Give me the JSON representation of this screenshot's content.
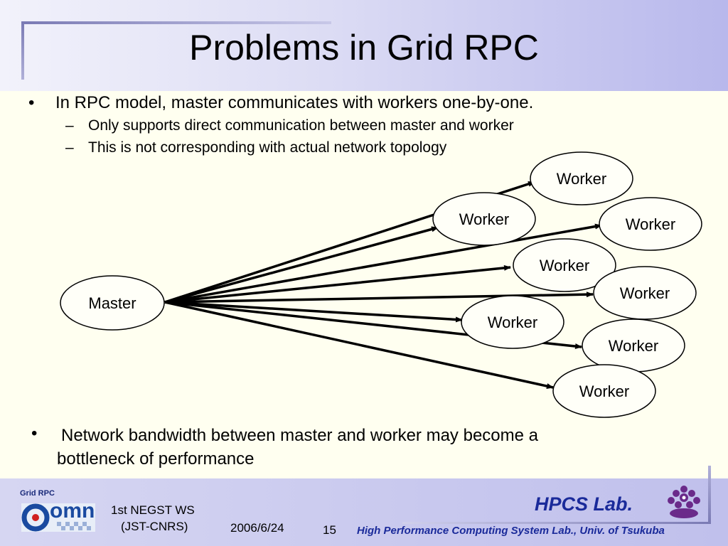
{
  "slide": {
    "title": "Problems in Grid RPC",
    "bullets": [
      {
        "symbol": "•",
        "text": "In RPC model, master communicates with workers one-by-one.",
        "sub": [
          {
            "symbol": "–",
            "text": "Only supports direct communication between master and worker"
          },
          {
            "symbol": "–",
            "text": "This is not corresponding with actual network topology"
          }
        ]
      },
      {
        "symbol": "•",
        "text": "Network bandwidth between master and worker may become a bottleneck of performance"
      }
    ]
  },
  "diagram": {
    "master": "Master",
    "workers": [
      "Worker",
      "Worker",
      "Worker",
      "Worker",
      "Worker",
      "Worker",
      "Worker",
      "Worker"
    ]
  },
  "footer": {
    "logo_top": "Grid RPC",
    "logo_text": "omni",
    "event_line1": "1st NEGST WS",
    "event_line2": "(JST-CNRS)",
    "date": "2006/6/24",
    "page": "15",
    "lab_name": "HPCS Lab.",
    "lab_full": "High Performance Computing System Lab., Univ. of Tsukuba"
  },
  "colors": {
    "header_accent": "#7a7ab4",
    "lab_blue": "#1a2a9a",
    "content_bg": "#fffff0"
  }
}
